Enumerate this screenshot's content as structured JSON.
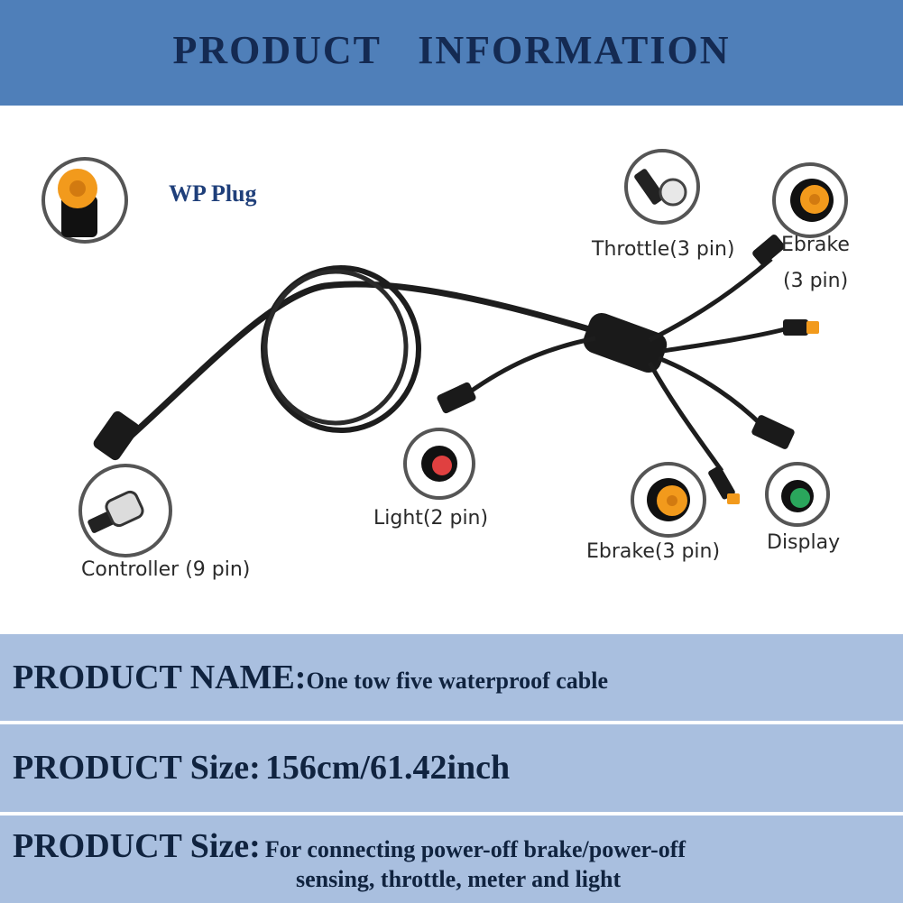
{
  "header": {
    "title": "PRODUCT    INFORMATION"
  },
  "photo": {
    "wp_plug_label": "WP Plug",
    "labels": {
      "throttle": "Throttle(3 pin)",
      "ebrake_top_1": "Ebrake",
      "ebrake_top_2": "(3 pin)",
      "light": "Light(2 pin)",
      "ebrake_bottom": "Ebrake(3 pin)",
      "display": "Display",
      "controller": "Controller (9 pin)"
    }
  },
  "info": {
    "name_label": "PRODUCT NAME:",
    "name_value": "One tow five waterproof cable",
    "size_label": "PRODUCT Size:",
    "size_value": "156cm/61.42inch",
    "use_label": "PRODUCT Size:",
    "use_value_1": "For connecting power-off brake/power-off",
    "use_value_2": "sensing, throttle, meter and light"
  },
  "colors": {
    "header_bg": "#4f7fb9",
    "band_bg": "#a9bfdf",
    "text_dark": "#10233f",
    "plug_orange": "#f29a1c"
  }
}
